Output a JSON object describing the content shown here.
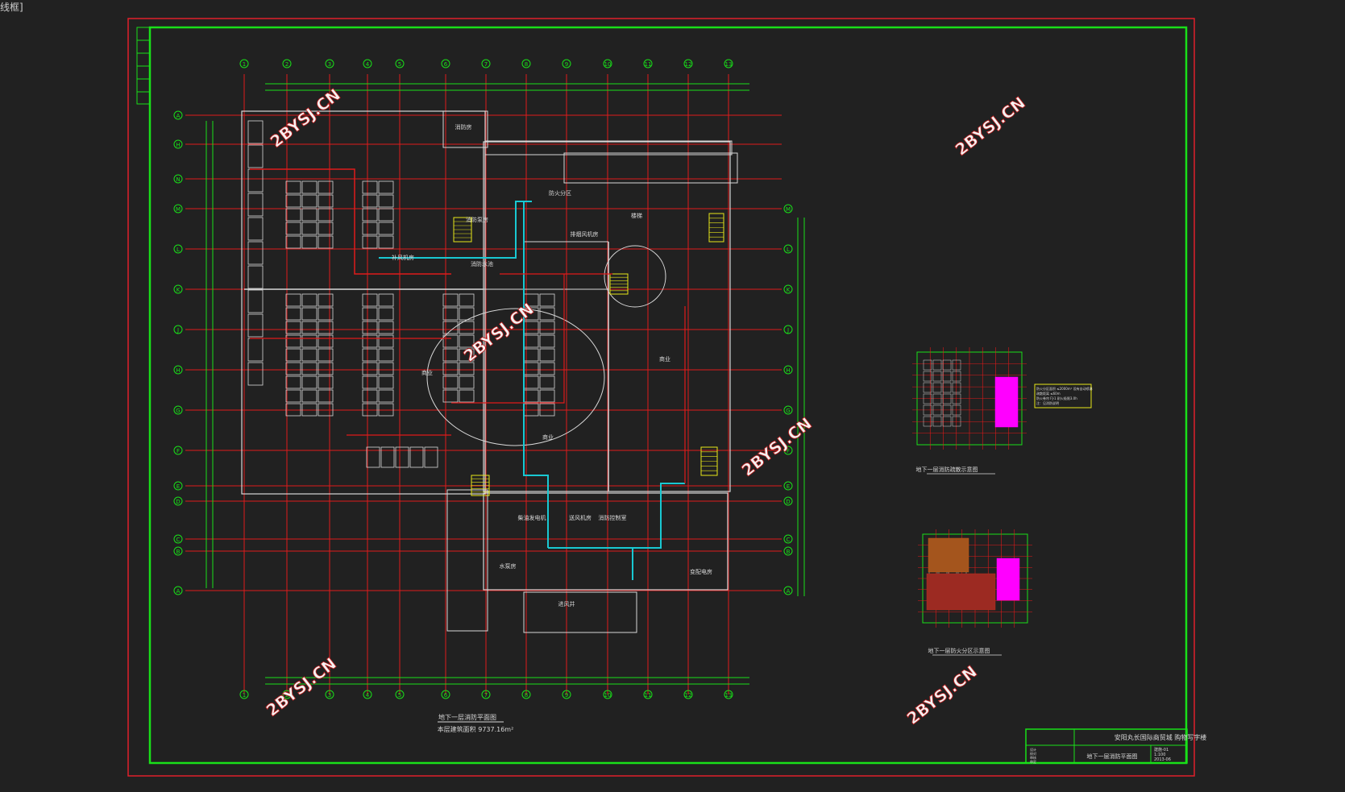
{
  "window": {
    "corner_label": "线框]"
  },
  "colors": {
    "background": "#212121",
    "frame_outer": "#e0202a",
    "frame_inner": "#19e019",
    "axis_line": "#e01a1a",
    "dim_line": "#19e019",
    "wall": "#d8d8d8",
    "pipe": "#19c8d2",
    "watermark": "#ffffff",
    "highlight": "#ff00ff",
    "note_box": "#e6e619"
  },
  "plan": {
    "top_axes": [
      "1",
      "2",
      "3",
      "4",
      "5",
      "6",
      "7",
      "8",
      "9",
      "10",
      "11",
      "12",
      "13"
    ],
    "left_axes": [
      "A",
      "H",
      "N",
      "M",
      "L",
      "K",
      "J",
      "H",
      "G",
      "F",
      "E",
      "D",
      "C",
      "B",
      "A"
    ],
    "room_labels": [
      "消防房",
      "消防泵房",
      "补风机房",
      "商业",
      "消防水池",
      "排烟风机房",
      "防火分区",
      "商业",
      "商业",
      "柴油发电机",
      "消防控制室",
      "送风机房",
      "变配电房",
      "水泵房",
      "楼梯",
      "进风井"
    ],
    "title": "地下一层消防平面图",
    "area_label": "本层建筑面积 9737.16m²"
  },
  "thumbnails": {
    "top_caption": "地下一层消防疏散示意图",
    "bottom_caption": "地下一层防火分区示意图",
    "note_lines": [
      "防火分区面积 ≤2000m² 设有自动喷淋",
      "疏散距离 ≤60m",
      "防火卷帘 FJ-1 耐火极限3.0h",
      "注：见消防说明"
    ]
  },
  "title_block": {
    "project": "安阳丸长国际商贸城 购物写字楼",
    "drawing": "地下一层消防平面图",
    "rows": [
      "设计",
      "校对",
      "审核",
      "审定"
    ],
    "codes": [
      "建施-01",
      "1:100",
      "2013-06"
    ]
  },
  "watermark": {
    "text": "2BYSJ.CN"
  }
}
